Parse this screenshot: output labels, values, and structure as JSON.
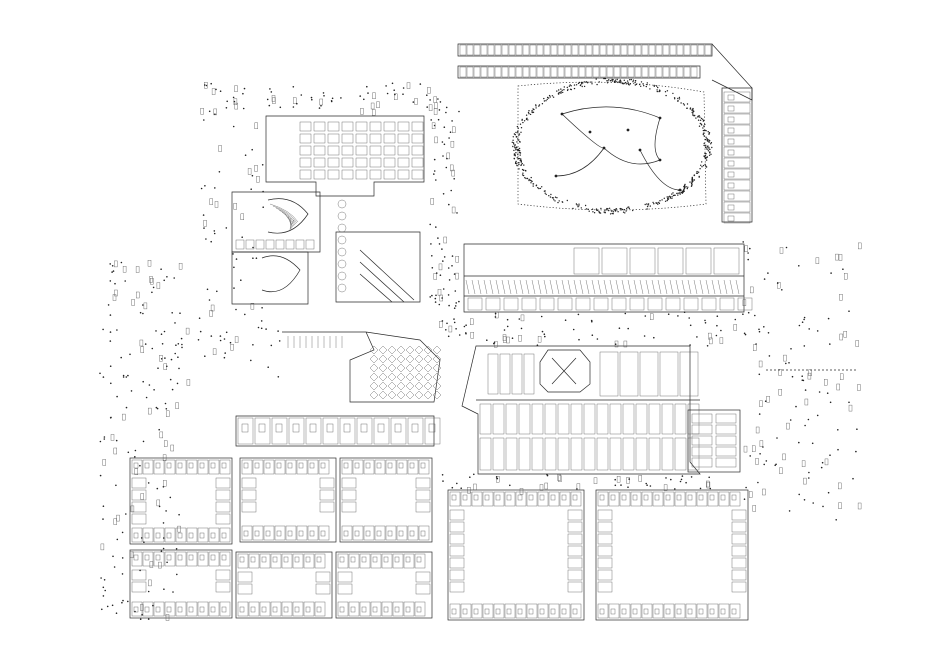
{
  "drawing": {
    "type": "architectural-site-plan",
    "line_color": "#2a2a2a",
    "background": "#ffffff",
    "blocks": [
      {
        "key": "north-housing-terrace",
        "label": ""
      },
      {
        "key": "central-park",
        "label": ""
      },
      {
        "key": "civic-complex",
        "label": ""
      },
      {
        "key": "east-mixed-use-strip",
        "label": ""
      },
      {
        "key": "central-market-hall",
        "label": ""
      },
      {
        "key": "southwest-housing-grid",
        "label": ""
      },
      {
        "key": "southeast-housing-grid",
        "label": ""
      },
      {
        "key": "east-terrace",
        "label": ""
      }
    ]
  }
}
